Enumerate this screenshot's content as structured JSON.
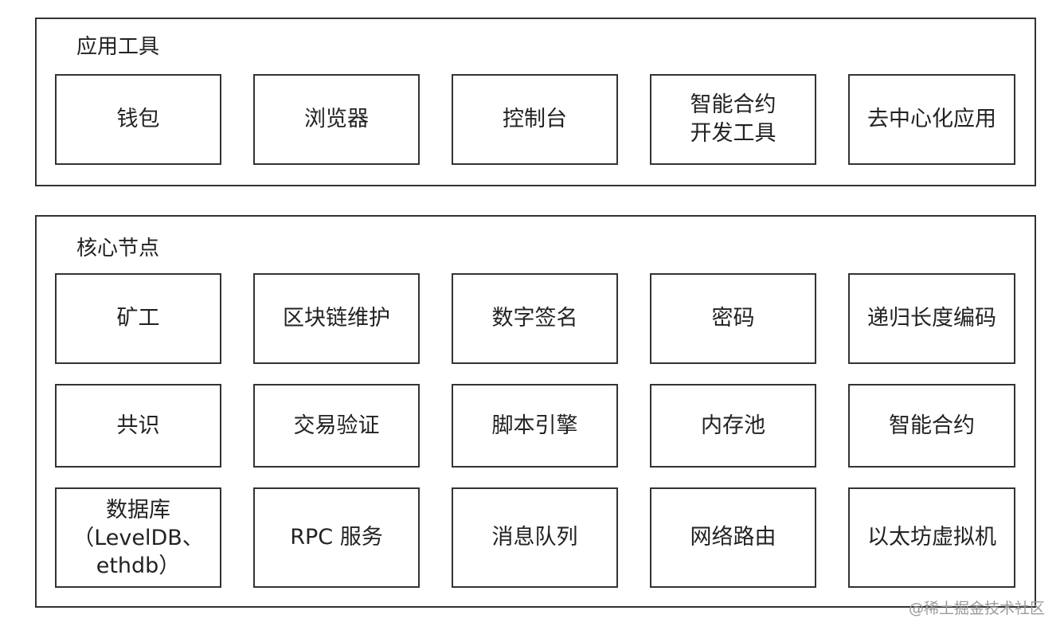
{
  "groups": [
    {
      "title": "应用工具",
      "items": [
        "钱包",
        "浏览器",
        "控制台",
        "智能合约\n开发工具",
        "去中心化应用"
      ]
    },
    {
      "title": "核心节点",
      "items": [
        "矿工",
        "区块链维护",
        "数字签名",
        "密码",
        "递归长度编码",
        "共识",
        "交易验证",
        "脚本引擎",
        "内存池",
        "智能合约",
        "数据库\n（LevelDB、\nethdb）",
        "RPC 服务",
        "消息队列",
        "网络路由",
        "以太坊虚拟机"
      ]
    }
  ],
  "watermark": "@稀土掘金技术社区"
}
